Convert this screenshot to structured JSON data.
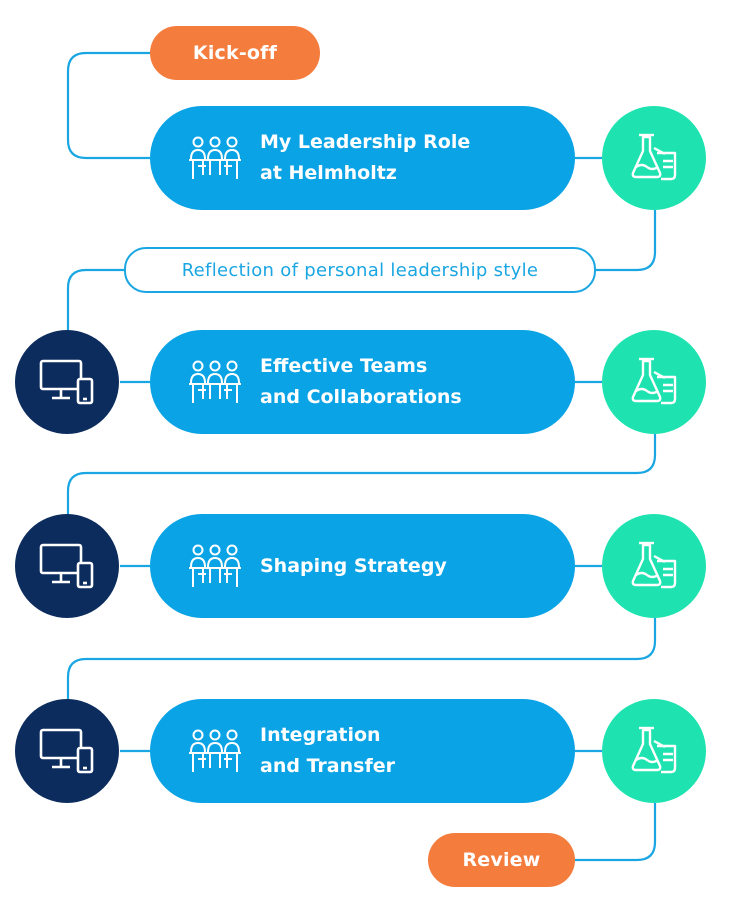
{
  "start_label": "Kick-off",
  "end_label": "Review",
  "reflection_label": "Reflection of personal leadership style",
  "modules": [
    {
      "line1": "My Leadership Role",
      "line2": "at Helmholtz",
      "icon": "team-icon"
    },
    {
      "line1": "Effective Teams",
      "line2": "and Collaborations",
      "icon": "team-icon"
    },
    {
      "line1": "Shaping Strategy",
      "line2": "",
      "icon": "team-icon"
    },
    {
      "line1": "Integration",
      "line2": "and Transfer",
      "icon": "team-icon"
    }
  ],
  "side_icons": {
    "lab": "lab-flask-icon",
    "online": "computer-device-icon"
  },
  "colors": {
    "module": "#0aa3e6",
    "lab": "#1ee3b0",
    "online": "#0c2c5e",
    "pill": "#f47c3c",
    "line": "#1aa6e2"
  }
}
